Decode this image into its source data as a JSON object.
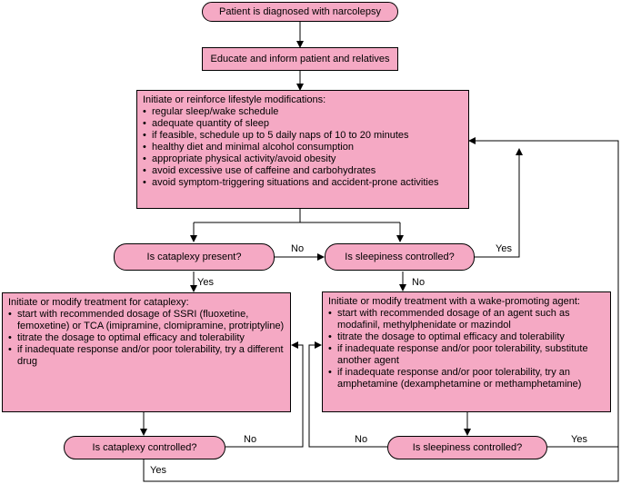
{
  "nodes": {
    "start": "Patient is diagnosed with narcolepsy",
    "educate": "Educate and inform patient and relatives",
    "lifestyle": {
      "title": "Initiate or reinforce lifestyle modifications:",
      "items": [
        "regular sleep/wake schedule",
        "adequate quantity of sleep",
        "if feasible, schedule up to 5 daily naps of 10 to 20 minutes",
        "healthy diet and minimal alcohol consumption",
        "appropriate physical activity/avoid obesity",
        "avoid excessive use of caffeine and carbohydrates",
        "avoid symptom-triggering situations and accident-prone activities"
      ]
    },
    "cataplexy_present": "Is cataplexy present?",
    "sleepiness_controlled_1": "Is sleepiness controlled?",
    "cataplexy_treatment": {
      "title": "Initiate or modify treatment for cataplexy:",
      "items": [
        "start with recommended dosage of SSRI (fluoxetine, femoxetine) or TCA (imipramine, clomipramine, protriptyline)",
        "titrate the dosage to optimal efficacy and tolerability",
        "if inadequate response and/or poor tolerability, try a different drug"
      ]
    },
    "wake_treatment": {
      "title": "Initiate or modify treatment with a wake-promoting agent:",
      "items": [
        "start with recommended dosage of an agent such as modafinil, methylphenidate or mazindol",
        "titrate the dosage to optimal efficacy and tolerability",
        "if inadequate response and/or poor tolerability, substitute another agent",
        "if inadequate response and/or poor tolerability, try an amphetamine (dexamphetamine or methamphetamine)"
      ]
    },
    "cataplexy_controlled": "Is cataplexy controlled?",
    "sleepiness_controlled_2": "Is sleepiness controlled?"
  },
  "edge_labels": {
    "present_no": "No",
    "sleep1_yes": "Yes",
    "present_yes": "Yes",
    "sleep1_no": "No",
    "cat_ctrl_no": "No",
    "cat_ctrl_yes": "Yes",
    "sleep2_no": "No",
    "sleep2_yes": "Yes"
  },
  "colors": {
    "node_fill": "#f5a9c4",
    "stroke": "#000000"
  }
}
